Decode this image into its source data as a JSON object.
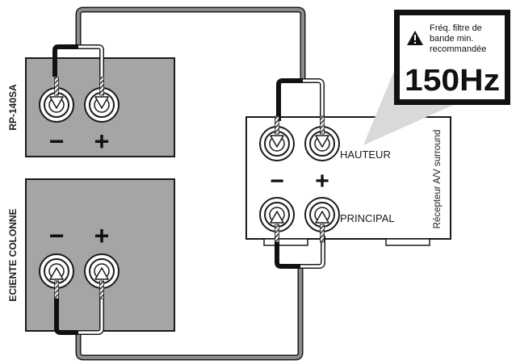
{
  "speaker_top": {
    "label": "RP-140SA",
    "minus": "−",
    "plus": "+"
  },
  "speaker_bottom": {
    "label": "ECIENTE COLONNE",
    "minus": "−",
    "plus": "+"
  },
  "receiver": {
    "label": "Récepteur A/V surround",
    "height_label": "HAUTEUR",
    "main_label": "PRINCIPAL",
    "minus": "−",
    "plus": "+"
  },
  "callout": {
    "text_lines": [
      "Fréq. filtre de",
      "bande min.",
      "recommandée"
    ],
    "value": "150Hz",
    "icon": "warning-icon"
  },
  "colors": {
    "panel_gray": "#a5a5a5",
    "wire_gray": "#8c8c8c",
    "wire_black": "#111111",
    "outline": "#1a1a1a"
  }
}
